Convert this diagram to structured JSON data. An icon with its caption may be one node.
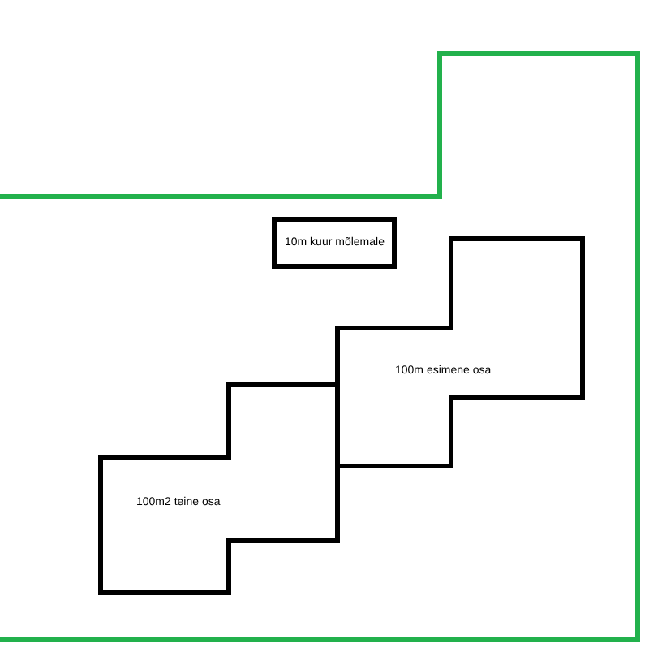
{
  "diagram": {
    "nodes": [
      {
        "text": [
          "10m kuur mõlemale"
        ]
      },
      {
        "text": [
          "100m esimene osa"
        ]
      },
      {
        "text": [
          "100m2 teine osa"
        ]
      }
    ]
  }
}
